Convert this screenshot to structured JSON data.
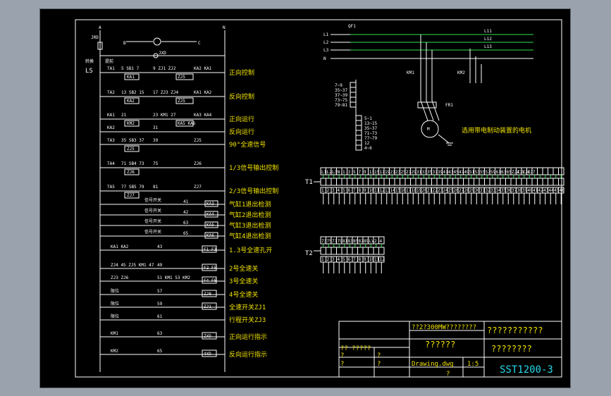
{
  "main_circuit": {
    "bus_a": "A",
    "bus_n": "N",
    "fuse": "JRD",
    "fuse2": "JXD",
    "phase_b": "B",
    "phase_c": "C",
    "ls_label": "LS",
    "top_label": "转换",
    "top_label2": "提前",
    "rows": [
      {
        "left": "TA1",
        "nums": [
          "5",
          "SB1",
          "7"
        ],
        "mid": "9  ZJ1  ZJ2",
        "right": "KA2   KA1",
        "coil": "KA1",
        "coil2": "ZJ5",
        "desc": "正向控制"
      },
      {
        "left": "TA2",
        "nums": [
          "13",
          "SB2",
          "15"
        ],
        "mid": "17  ZJ3  ZJ4",
        "right": "KA1  KA2",
        "coil": "KA2",
        "coil2": "ZJ5",
        "desc": "反向控制"
      },
      {
        "left": "KA1",
        "nums": [
          "21",
          "",
          ""
        ],
        "mid": "23  KM1  27",
        "right": "KA3  KA4",
        "coil": "KM2",
        "coil2": "KA5  KA6",
        "desc": "正向运行"
      },
      {
        "left": "KA2",
        "nums": [
          "",
          "",
          ""
        ],
        "mid": "31",
        "right": "",
        "coil": "",
        "coil2": "",
        "desc": "反向运行"
      },
      {
        "left": "TA3",
        "nums": [
          "35",
          "SB3",
          "37"
        ],
        "mid": "39",
        "right": "ZJ5",
        "coil": "ZJ5",
        "coil2": "",
        "desc": "90°全速信号"
      },
      {
        "left": "TA4",
        "nums": [
          "71",
          "SB4",
          "73"
        ],
        "mid": "75",
        "right": "ZJ6",
        "coil": "ZJ6",
        "coil2": "",
        "desc": "1/3信号输出控制"
      },
      {
        "left": "TA5",
        "nums": [
          "77",
          "SB5",
          "79"
        ],
        "mid": "81",
        "right": "ZJ7",
        "coil": "ZJ7",
        "coil2": "",
        "desc": "2/3信号输出控制"
      }
    ],
    "contact_rows": [
      {
        "label": "信号开关",
        "num": "41",
        "coil": "KA3",
        "desc": "气缸1退出检测"
      },
      {
        "label": "信号开关",
        "num": "42",
        "coil": "KA4",
        "desc": "气缸2退出检测"
      },
      {
        "label": "信号开关",
        "num": "63",
        "coil": "KA5",
        "desc": "气缸3退出检测"
      },
      {
        "label": "信号开关",
        "num": "65",
        "coil": "KA6",
        "desc": "气缸4退出检测"
      }
    ],
    "lower_rows": [
      {
        "left": "KA1  KA2",
        "num": "43",
        "coil": "F1  F3",
        "desc": "1.3号全速孔开"
      },
      {
        "left": "ZJ4  45  ZJ5  KM1  47",
        "num": "49",
        "coil": "F2  F5",
        "desc": "2号全速关"
      },
      {
        "left": "ZJ3  ZJ6",
        "num": "51  KM1  53  KM2",
        "coil": "F4  F6",
        "desc": "3号全速关"
      },
      {
        "left": "限位",
        "num": "57",
        "coil": "ZJ8",
        "desc": "4号全速关"
      },
      {
        "left": "限位",
        "num": "59",
        "coil": "ZJ1",
        "desc": "全速开关ZJ1"
      },
      {
        "left": "限位",
        "num": "61",
        "coil": "",
        "desc": "行程开关ZJ3"
      },
      {
        "left": "KM1",
        "num": "63",
        "coil": "ZXD",
        "desc": "正向运行指示"
      },
      {
        "left": "KM2",
        "num": "65",
        "coil": "4XD",
        "desc": "反向运行指示"
      }
    ]
  },
  "power": {
    "phases": [
      "L1",
      "L2",
      "L3",
      "N"
    ],
    "outs": [
      "L11",
      "L12",
      "L13"
    ],
    "breaker": "QF1",
    "km1": "KM1",
    "km2": "KM2",
    "relay": "FR1",
    "motor_desc": "选用带电制动装置的电机"
  },
  "small_table": {
    "rows": [
      "7~9",
      "35~37",
      "37~39",
      "73~75",
      "79~81"
    ],
    "rows2": [
      "5~1",
      "13~15",
      "35~37",
      "71~73",
      "77~79",
      "12",
      "4~6"
    ]
  },
  "terminals": {
    "t1_label": "T1",
    "t2_label": "T2",
    "t1_count": 46,
    "t2_count": 12,
    "t1_top_labels": [
      "L1",
      "L2",
      "L3",
      "N",
      "1",
      "3",
      "5",
      "7",
      "9",
      "13",
      "15",
      "17",
      "19",
      "21",
      "23",
      "25",
      "27",
      "29",
      "31",
      "33",
      "35",
      "37",
      "39",
      "41",
      "43",
      "45",
      "47",
      "49",
      "51",
      "53",
      "55",
      "57",
      "59",
      "61",
      "63",
      "65",
      "ZJ4",
      "ZJ5",
      "ZJ6",
      "ZJ7"
    ],
    "t2_top_labels": [
      "73",
      "75",
      "77",
      "79",
      "81",
      "83",
      "85",
      "87",
      "89",
      "LV",
      "2",
      "4"
    ]
  },
  "title_block": {
    "project": "??2?300MW????????",
    "name": "???????????",
    "part": "??????",
    "sub": "????????",
    "drawing_label": "Drawing.dwg",
    "scale": "1:5",
    "drawing_no": "SST1200-3",
    "rev_cells": [
      "?? ?????",
      "?",
      "?",
      "?",
      "?"
    ],
    "sheet": "?"
  },
  "colors": {
    "background": "#000000",
    "frame": "#ffffff",
    "wire_green": "#2ee04e",
    "text_yellow": "#f2e400",
    "text_cyan": "#27d8e8",
    "desktop": "#9aa3ad"
  }
}
